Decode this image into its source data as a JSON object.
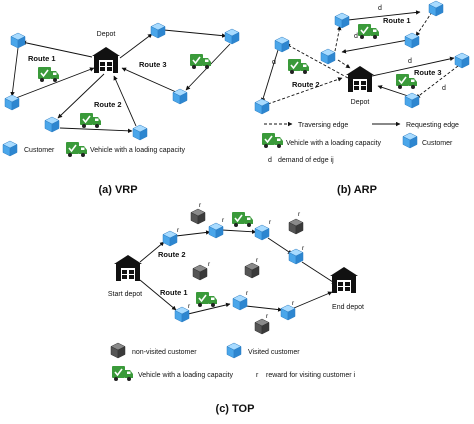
{
  "vrp": {
    "depot": "Depot",
    "routes": [
      "Route 1",
      "Route 2",
      "Route 3"
    ],
    "legend": {
      "customer": "Customer",
      "vehicle": "Vehicle with a loading capacity"
    },
    "caption": "(a) VRP"
  },
  "arp": {
    "depot": "Depot",
    "routes": [
      "Route 1",
      "Route 2",
      "Route 3"
    ],
    "demand_marks": [
      "d",
      "d",
      "d",
      "d",
      "d"
    ],
    "legend": {
      "traversing": "Traversing edge",
      "requesting": "Requesting edge",
      "vehicle": "Vehicle with a loading capacity",
      "customer": "Customer",
      "demand_symbol": "d",
      "demand": "demand of edge ij"
    },
    "caption": "(b) ARP"
  },
  "top": {
    "start_depot": "Start depot",
    "end_depot": "End depot",
    "routes": [
      "Route 2",
      "Route 1"
    ],
    "reward_mark": "r",
    "legend": {
      "non_visited": "non-visited customer",
      "visited": "Visited customer",
      "vehicle": "Vehicle with a loading capacity",
      "reward_symbol": "r",
      "reward": "reward for visiting customer i"
    },
    "caption": "(c) TOP"
  },
  "colors": {
    "customer_blue": "#5fb4ef",
    "customer_blue_dark": "#2f7fc4",
    "non_visited_gray": "#4a4a4a",
    "truck_green": "#3a9a3a",
    "depot_black": "#111111"
  }
}
